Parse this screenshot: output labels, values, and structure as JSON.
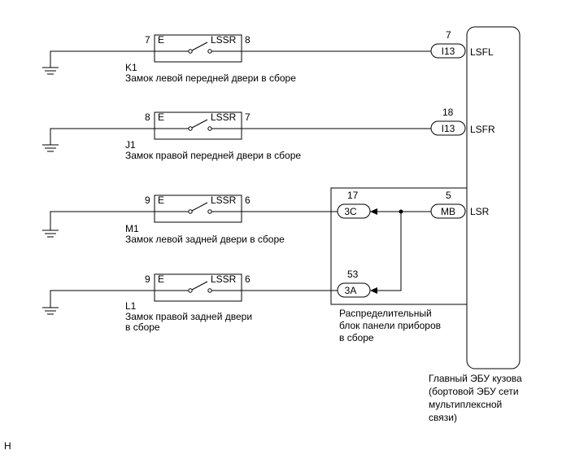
{
  "switches": [
    {
      "pin_e": "7",
      "e_label": "E",
      "lssr_label": "LSSR",
      "pin_out": "8",
      "code": "K1",
      "name": "Замок левой передней двери в сборе",
      "name2": ""
    },
    {
      "pin_e": "8",
      "e_label": "E",
      "lssr_label": "LSSR",
      "pin_out": "7",
      "code": "J1",
      "name": "Замок правой передней двери в сборе",
      "name2": ""
    },
    {
      "pin_e": "9",
      "e_label": "E",
      "lssr_label": "LSSR",
      "pin_out": "6",
      "code": "M1",
      "name": "Замок левой задней двери в сборе",
      "name2": ""
    },
    {
      "pin_e": "9",
      "e_label": "E",
      "lssr_label": "LSSR",
      "pin_out": "6",
      "code": "L1",
      "name": "Замок правой задней двери",
      "name2": "в сборе"
    }
  ],
  "connectors": {
    "c1": {
      "pin": "7",
      "code": "I13",
      "signal": "LSFL"
    },
    "c2": {
      "pin": "18",
      "code": "I13",
      "signal": "LSFR"
    },
    "mb": {
      "pin": "5",
      "code": "MB",
      "signal": "LSR"
    },
    "c3c": {
      "pin": "17",
      "code": "3C"
    },
    "c3a": {
      "pin": "53",
      "code": "3A"
    }
  },
  "junction_block": {
    "line1": "Распределительный",
    "line2": "блок панели приборов",
    "line3": "в сборе"
  },
  "ecu": {
    "line1": "Главный ЭБУ кузова",
    "line2": "(бортовой ЭБУ сети",
    "line3": "мультиплексной",
    "line4": "связи)"
  },
  "corner_mark": "H"
}
